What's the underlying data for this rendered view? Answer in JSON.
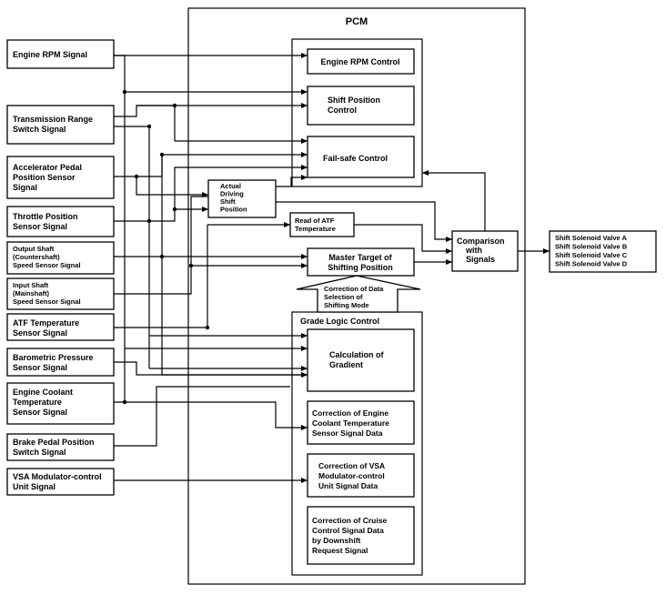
{
  "pcm": {
    "title": "PCM"
  },
  "inputs": [
    {
      "id": "in-rpm",
      "lines": [
        "Engine RPM Signal"
      ]
    },
    {
      "id": "in-trs",
      "lines": [
        "Transmission Range",
        "Switch Signal"
      ]
    },
    {
      "id": "in-app",
      "lines": [
        "Accelerator Pedal",
        "Position Sensor",
        "Signal"
      ]
    },
    {
      "id": "in-tps",
      "lines": [
        "Throttle Position",
        "Sensor Signal"
      ]
    },
    {
      "id": "in-oss",
      "lines": [
        "Output Shaft",
        "(Countershaft)",
        "Speed Sensor Signal"
      ]
    },
    {
      "id": "in-iss",
      "lines": [
        "Input Shaft",
        "(Mainshaft)",
        "Speed Sensor Signal"
      ]
    },
    {
      "id": "in-atf",
      "lines": [
        "ATF Temperature",
        "Sensor Signal"
      ]
    },
    {
      "id": "in-baro",
      "lines": [
        "Barometric Pressure",
        "Sensor Signal"
      ]
    },
    {
      "id": "in-ect",
      "lines": [
        "Engine Coolant",
        "Temperature",
        "Sensor Signal"
      ]
    },
    {
      "id": "in-bps",
      "lines": [
        "Brake Pedal Position",
        "Switch Signal"
      ]
    },
    {
      "id": "in-vsa",
      "lines": [
        "VSA Modulator-control",
        "Unit Signal"
      ]
    }
  ],
  "blocks": {
    "engine_rpm_control": [
      "Engine RPM Control"
    ],
    "shift_position_control": [
      "Shift Position",
      "Control"
    ],
    "fail_safe_control": [
      "Fail-safe Control"
    ],
    "actual_driving_shift_position": [
      "Actual",
      "Driving",
      "Shift",
      "Position"
    ],
    "read_of_atf_temperature": [
      "Read of ATF",
      "Temperature"
    ],
    "master_target": [
      "Master Target of",
      "Shifting Position"
    ],
    "correction_label": [
      "Correction of Data",
      "Selection of",
      "Shifting Mode"
    ],
    "comparison": [
      "Comparison",
      "with",
      "Signals"
    ],
    "grade_logic_title": "Grade Logic Control",
    "calculation_of_gradient": [
      "Calculation of",
      "Gradient"
    ],
    "correction_ect": [
      "Correction of Engine",
      "Coolant Temperature",
      "Sensor Signal Data"
    ],
    "correction_vsa": [
      "Correction of VSA",
      "Modulator-control",
      "Unit Signal Data"
    ],
    "correction_cruise": [
      "Correction of Cruise",
      "Control Signal Data",
      "by Downshift",
      "Request Signal"
    ]
  },
  "outputs": [
    "Shift Solenoid Valve A",
    "Shift Solenoid Valve B",
    "Shift Solenoid Valve C",
    "Shift Solenoid Valve D"
  ]
}
